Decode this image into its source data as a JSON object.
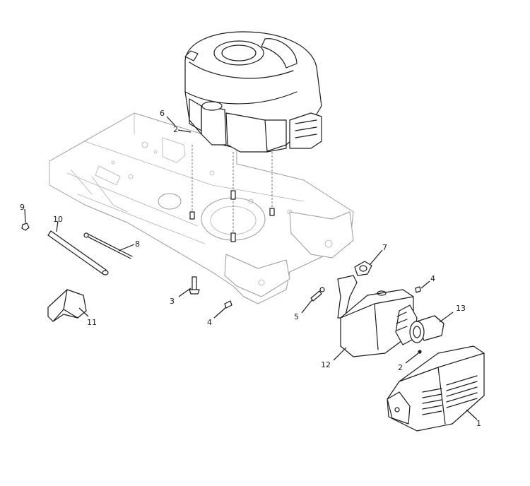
{
  "callouts": [
    {
      "id": "c1",
      "label": "1"
    },
    {
      "id": "c2",
      "label": "2"
    },
    {
      "id": "c2b",
      "label": "2"
    },
    {
      "id": "c3",
      "label": "3"
    },
    {
      "id": "c4",
      "label": "4"
    },
    {
      "id": "c4b",
      "label": "4"
    },
    {
      "id": "c5",
      "label": "5"
    },
    {
      "id": "c6",
      "label": "6"
    },
    {
      "id": "c7",
      "label": "7"
    },
    {
      "id": "c8",
      "label": "8"
    },
    {
      "id": "c9",
      "label": "9"
    },
    {
      "id": "c10",
      "label": "10"
    },
    {
      "id": "c11",
      "label": "11"
    },
    {
      "id": "c12",
      "label": "12"
    },
    {
      "id": "c13",
      "label": "13"
    }
  ],
  "engine_cap_mark": "2",
  "colors": {
    "line": "#1a1a1a",
    "frame": "#9a9a9a",
    "background": "#ffffff"
  }
}
